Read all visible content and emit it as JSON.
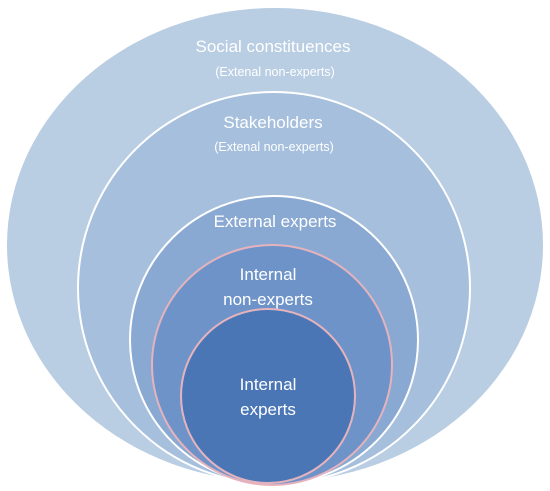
{
  "colors": {
    "level1_fill": "#b9cde3",
    "level2_fill": "#a5bfdd",
    "level3_fill": "#89a9d3",
    "level4_fill": "#6e93c8",
    "level5_fill": "#4a76b6",
    "outline_white": "#ffffff",
    "outline_pink": "#e5b3bd",
    "text": "#ffffff"
  },
  "levels": [
    {
      "id": "social-constituences",
      "title": "Social constituences",
      "subtitle": "(Extenal  non-experts)"
    },
    {
      "id": "stakeholders",
      "title": "Stakeholders",
      "subtitle": "(Extenal  non-experts)"
    },
    {
      "id": "external-experts",
      "title": "External experts"
    },
    {
      "id": "internal-non-experts",
      "title_line1": "Internal",
      "title_line2": "non-experts"
    },
    {
      "id": "internal-experts",
      "title_line1": "Internal",
      "title_line2": "experts"
    }
  ]
}
